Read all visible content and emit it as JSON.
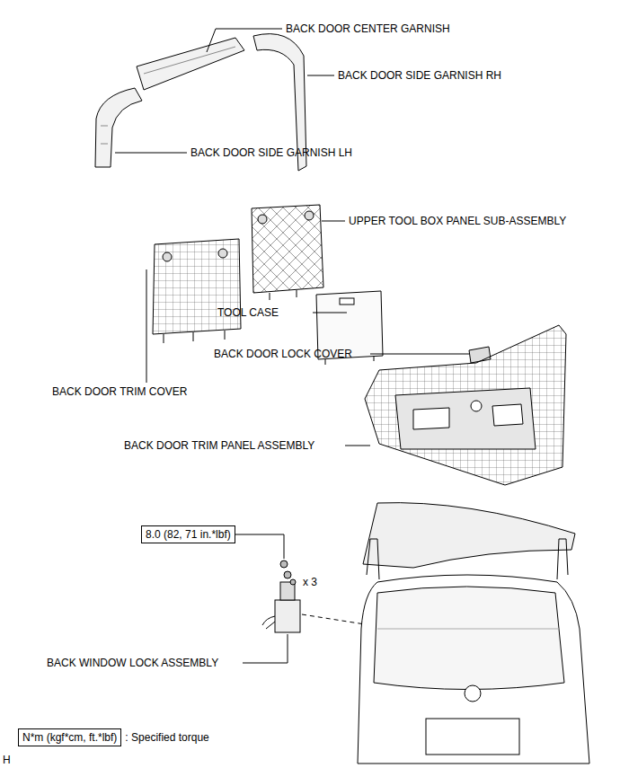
{
  "diagram": {
    "nodes": [
      {
        "text": [
          "8.0 (82, 71 in.*lbf)"
        ]
      },
      {
        "text": [
          "N*m (kgf*cm, ft.*lbf)",
          ": Specified torque"
        ]
      }
    ],
    "labels": [
      "BACK DOOR CENTER GARNISH",
      "BACK DOOR SIDE GARNISH RH",
      "BACK DOOR SIDE GARNISH LH",
      "UPPER TOOL BOX PANEL SUB-ASSEMBLY",
      "TOOL CASE",
      "BACK DOOR LOCK COVER",
      "BACK DOOR TRIM COVER",
      "BACK DOOR TRIM PANEL ASSEMBLY",
      "x 3",
      "BACK WINDOW LOCK ASSEMBLY",
      "H"
    ]
  }
}
